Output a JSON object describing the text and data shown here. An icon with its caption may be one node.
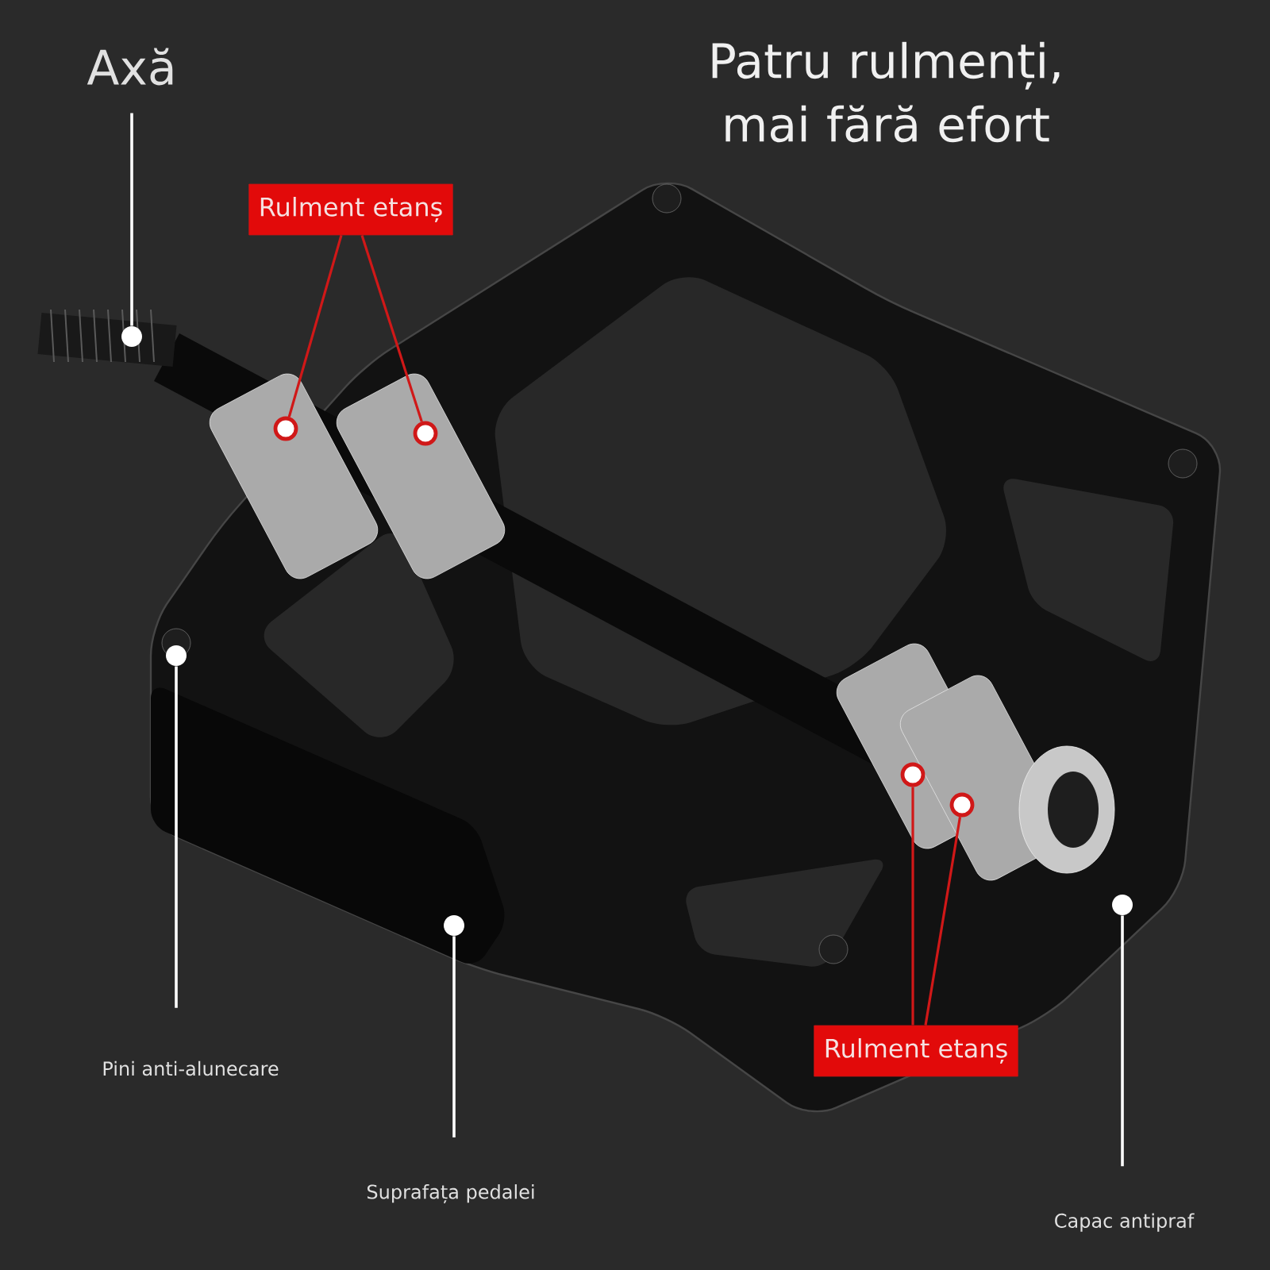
{
  "diagram": {
    "title": "Patru rulmenți, mai fără efort",
    "nodes": [
      {
        "text": [
          "Axă"
        ]
      },
      {
        "text": [
          "Rulment etanș"
        ]
      },
      {
        "text": [],
        "shape": "circle"
      },
      {
        "text": [],
        "shape": "circle"
      },
      {
        "text": [],
        "shape": "circle"
      },
      {
        "text": [],
        "shape": "circle"
      },
      {
        "text": [],
        "shape": "circle"
      },
      {
        "text": [],
        "shape": "circle"
      },
      {
        "text": [],
        "shape": "circle"
      },
      {
        "text": [],
        "shape": "circle"
      },
      {
        "text": [
          "Rulment etanș"
        ]
      },
      {
        "text": [
          "Pini anti-alunecare"
        ]
      },
      {
        "text": [
          "Suprafața pedalei"
        ]
      },
      {
        "text": [
          "Capac antipraf"
        ]
      }
    ],
    "edges": [
      {
        "from": 0,
        "to": 2,
        "arrow": "none"
      },
      {
        "from": 1,
        "to": 3,
        "arrow": "none",
        "color": "#d01818"
      },
      {
        "from": 1,
        "to": 4,
        "arrow": "none",
        "color": "#d01818"
      },
      {
        "from": 11,
        "to": 5,
        "arrow": "none"
      },
      {
        "from": 10,
        "to": 6,
        "arrow": "none",
        "color": "#d01818"
      },
      {
        "from": 10,
        "to": 7,
        "arrow": "none",
        "color": "#d01818"
      },
      {
        "from": 13,
        "to": 8,
        "arrow": "none"
      },
      {
        "from": 12,
        "to": 9,
        "arrow": "none"
      }
    ]
  }
}
